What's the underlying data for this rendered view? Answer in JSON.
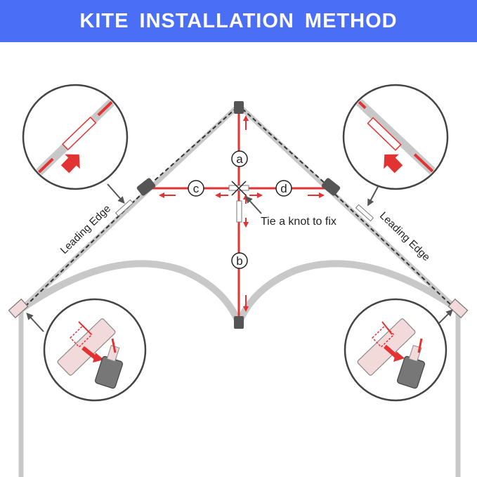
{
  "header": {
    "title": "KITE INSTALLATION METHOD"
  },
  "spars": {
    "a": "a",
    "b": "b",
    "c": "c",
    "d": "d"
  },
  "labels": {
    "knot": "Tie a knot to fix",
    "leading_edge_left": "Leading Edge",
    "leading_edge_right": "Leading Edge"
  },
  "colors": {
    "header": "#4a6ef5",
    "spar": "#e23232",
    "frame": "#c8c8c8",
    "connector": "#555555"
  }
}
